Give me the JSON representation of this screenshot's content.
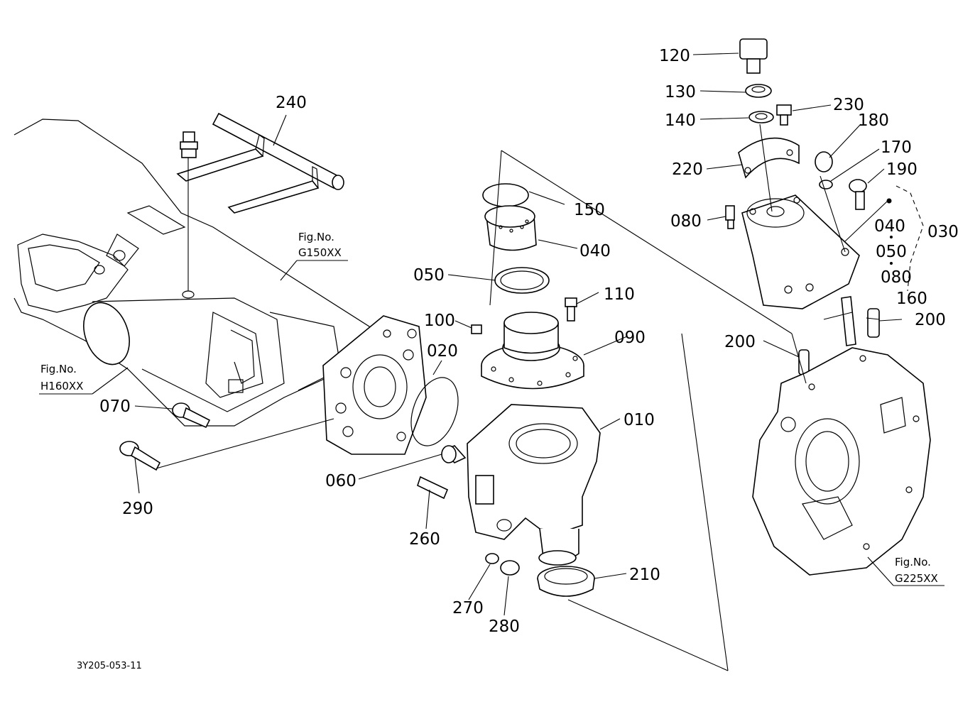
{
  "diagram": {
    "colors": {
      "line": "#000000",
      "background": "#ffffff"
    },
    "figure_refs": [
      {
        "id": "g150",
        "line1": "Fig.No.",
        "line2": "G150XX"
      },
      {
        "id": "h160",
        "line1": "Fig.No.",
        "line2": "H160XX"
      },
      {
        "id": "g225",
        "line1": "Fig.No.",
        "line2": "G225XX"
      }
    ],
    "parts": [
      {
        "id": "p120",
        "label": "120"
      },
      {
        "id": "p130",
        "label": "130"
      },
      {
        "id": "p140",
        "label": "140"
      },
      {
        "id": "p230",
        "label": "230"
      },
      {
        "id": "p180",
        "label": "180"
      },
      {
        "id": "p170",
        "label": "170"
      },
      {
        "id": "p190",
        "label": "190"
      },
      {
        "id": "p220",
        "label": "220"
      },
      {
        "id": "p080a",
        "label": "080"
      },
      {
        "id": "p040b",
        "label": "040"
      },
      {
        "id": "p030",
        "label": "030"
      },
      {
        "id": "p050b",
        "label": "050"
      },
      {
        "id": "p080b",
        "label": "080"
      },
      {
        "id": "p160",
        "label": "160"
      },
      {
        "id": "p200a",
        "label": "200"
      },
      {
        "id": "p200b",
        "label": "200"
      },
      {
        "id": "p240",
        "label": "240"
      },
      {
        "id": "p150",
        "label": "150"
      },
      {
        "id": "p040a",
        "label": "040"
      },
      {
        "id": "p050a",
        "label": "050"
      },
      {
        "id": "p110",
        "label": "110"
      },
      {
        "id": "p100",
        "label": "100"
      },
      {
        "id": "p020",
        "label": "020"
      },
      {
        "id": "p090",
        "label": "090"
      },
      {
        "id": "p010",
        "label": "010"
      },
      {
        "id": "p070",
        "label": "070"
      },
      {
        "id": "p290",
        "label": "290"
      },
      {
        "id": "p060",
        "label": "060"
      },
      {
        "id": "p260",
        "label": "260"
      },
      {
        "id": "p210",
        "label": "210"
      },
      {
        "id": "p270",
        "label": "270"
      },
      {
        "id": "p280",
        "label": "280"
      }
    ],
    "drawing_number": "3Y205-053-11"
  }
}
